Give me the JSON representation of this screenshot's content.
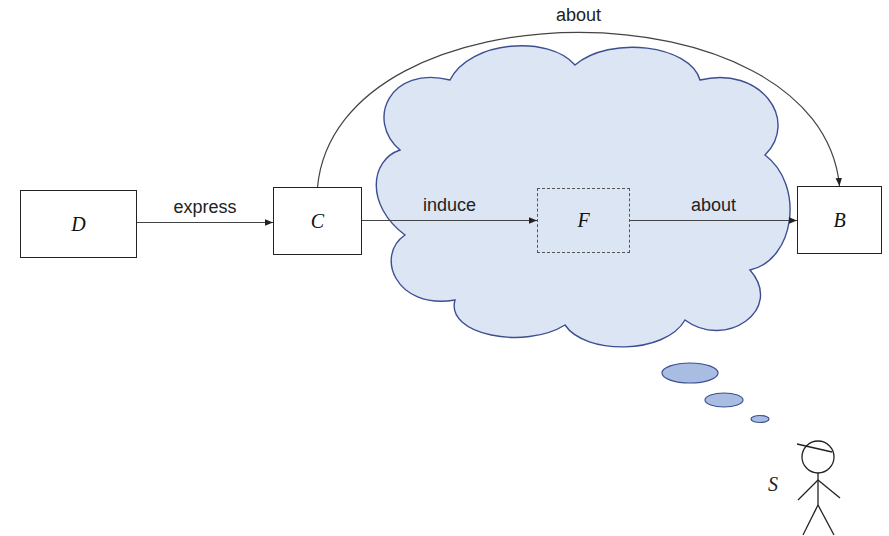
{
  "diagram": {
    "nodes": [
      {
        "text": [
          "D"
        ]
      },
      {
        "text": [
          "C"
        ]
      },
      {
        "text": [
          "F"
        ]
      },
      {
        "text": [
          "B"
        ]
      }
    ],
    "edges": [
      {
        "from": 0,
        "to": 1,
        "label": "express",
        "arrow": "to"
      },
      {
        "from": 1,
        "to": 2,
        "label": "induce",
        "arrow": "to"
      },
      {
        "from": 2,
        "to": 3,
        "label": "about",
        "arrow": "to"
      },
      {
        "from": 1,
        "to": 3,
        "label": "about",
        "arrow": "to"
      }
    ],
    "labels": [
      "S"
    ]
  }
}
